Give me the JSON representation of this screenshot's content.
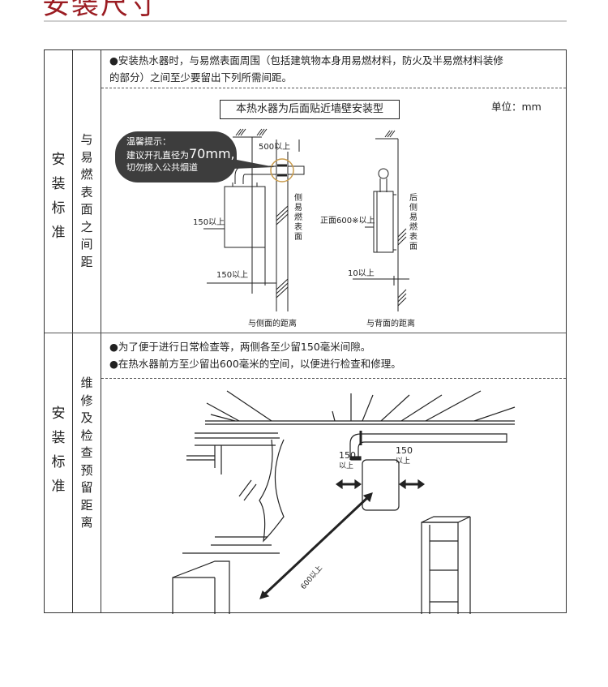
{
  "page": {
    "title": "安装尺寸"
  },
  "section1": {
    "category": [
      "安",
      "装",
      "标",
      "准"
    ],
    "subcategory": [
      "与",
      "易",
      "燃",
      "表",
      "面",
      "之",
      "间",
      "距"
    ],
    "intro_line1": "●安装热水器时，与易燃表面周围（包括建筑物本身用易燃材料，防火及半易燃材料装修",
    "intro_line2": "的部分）之间至少要留出下列所需间距。",
    "diagram_heading": "本热水器为后面贴近墙壁安装型",
    "unit": "单位：mm",
    "tip": {
      "title": "温馨提示：",
      "line2_prefix": "建议开孔直径为",
      "line2_value": "70mm,",
      "line3": "切勿接入公共烟道"
    },
    "side_diagram": {
      "top_clearance": "500以上",
      "left_clearance": "150以上",
      "bottom_clearance": "150以上",
      "surface_label": [
        "侧",
        "易",
        "燃",
        "表",
        "面"
      ],
      "caption": "与侧面的距离"
    },
    "back_diagram": {
      "front_clearance": "正面600※以上",
      "back_clearance": "10以上",
      "surface_label": [
        "后",
        "侧",
        "易",
        "燃",
        "表",
        "面"
      ],
      "caption": "与背面的距离"
    }
  },
  "section2": {
    "category": [
      "安",
      "装",
      "标",
      "准"
    ],
    "subcategory": [
      "维",
      "修",
      "及",
      "检",
      "查",
      "预",
      "留",
      "距",
      "离"
    ],
    "bullet1": "●为了便于进行日常检查等，两侧各至少留150毫米间隙。",
    "bullet2": "●在热水器前方至少留出600毫米的空间，以便进行检查和修理。",
    "illustration": {
      "left_clearance": [
        "150",
        "以上"
      ],
      "right_clearance": [
        "150",
        "以上"
      ],
      "front_clearance": "600以上"
    }
  }
}
